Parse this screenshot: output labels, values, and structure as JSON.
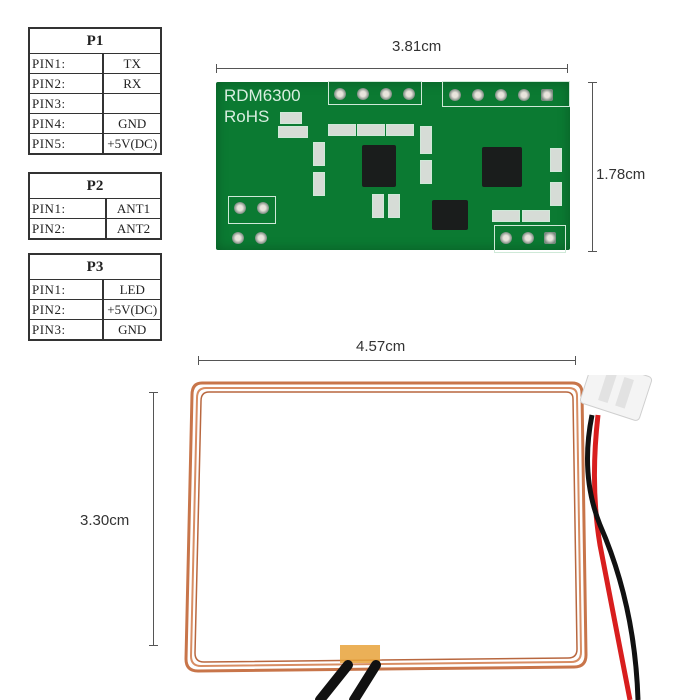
{
  "pin_tables": [
    {
      "header": "P1",
      "rows": [
        {
          "pin": "PIN1:",
          "value": "TX"
        },
        {
          "pin": "PIN2:",
          "value": "RX"
        },
        {
          "pin": "PIN3:",
          "value": ""
        },
        {
          "pin": "PIN4:",
          "value": "GND"
        },
        {
          "pin": "PIN5:",
          "value": "+5V(DC)"
        }
      ]
    },
    {
      "header": "P2",
      "rows": [
        {
          "pin": "PIN1:",
          "value": "ANT1"
        },
        {
          "pin": "PIN2:",
          "value": "ANT2"
        }
      ]
    },
    {
      "header": "P3",
      "rows": [
        {
          "pin": "PIN1:",
          "value": "LED"
        },
        {
          "pin": "PIN2:",
          "value": "+5V(DC)"
        },
        {
          "pin": "PIN3:",
          "value": "GND"
        }
      ]
    }
  ],
  "module": {
    "name": "RDM6300",
    "mark": "RoHS",
    "width_label": "3.81cm",
    "height_label": "1.78cm",
    "board_color": "#0b7a32"
  },
  "antenna": {
    "width_label": "4.57cm",
    "height_label": "3.30cm",
    "coil_color": "#c8754a",
    "wire_colors": [
      "#d81e1e",
      "#111111"
    ]
  }
}
